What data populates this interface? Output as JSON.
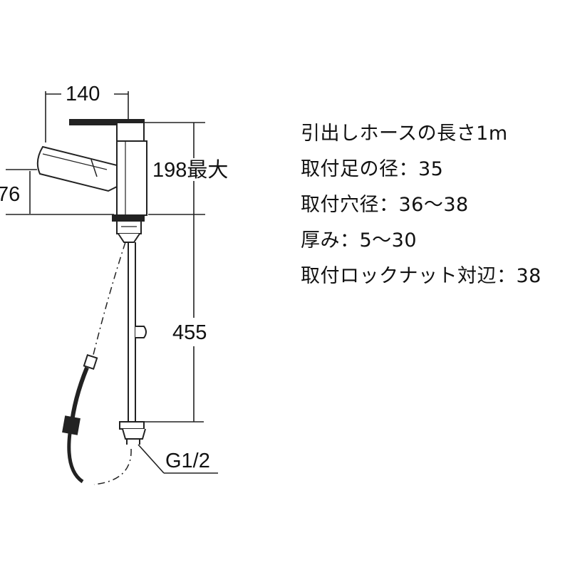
{
  "dimensions": {
    "width": "140",
    "height": "198最大",
    "spout_height": "76",
    "hose_depth": "455",
    "thread": "G1/2"
  },
  "specs": [
    "引出しホースの長さ1m",
    "取付足の径：35",
    "取付穴径：36～38",
    "厚み：5～30",
    "取付ロックナット対辺：38"
  ]
}
